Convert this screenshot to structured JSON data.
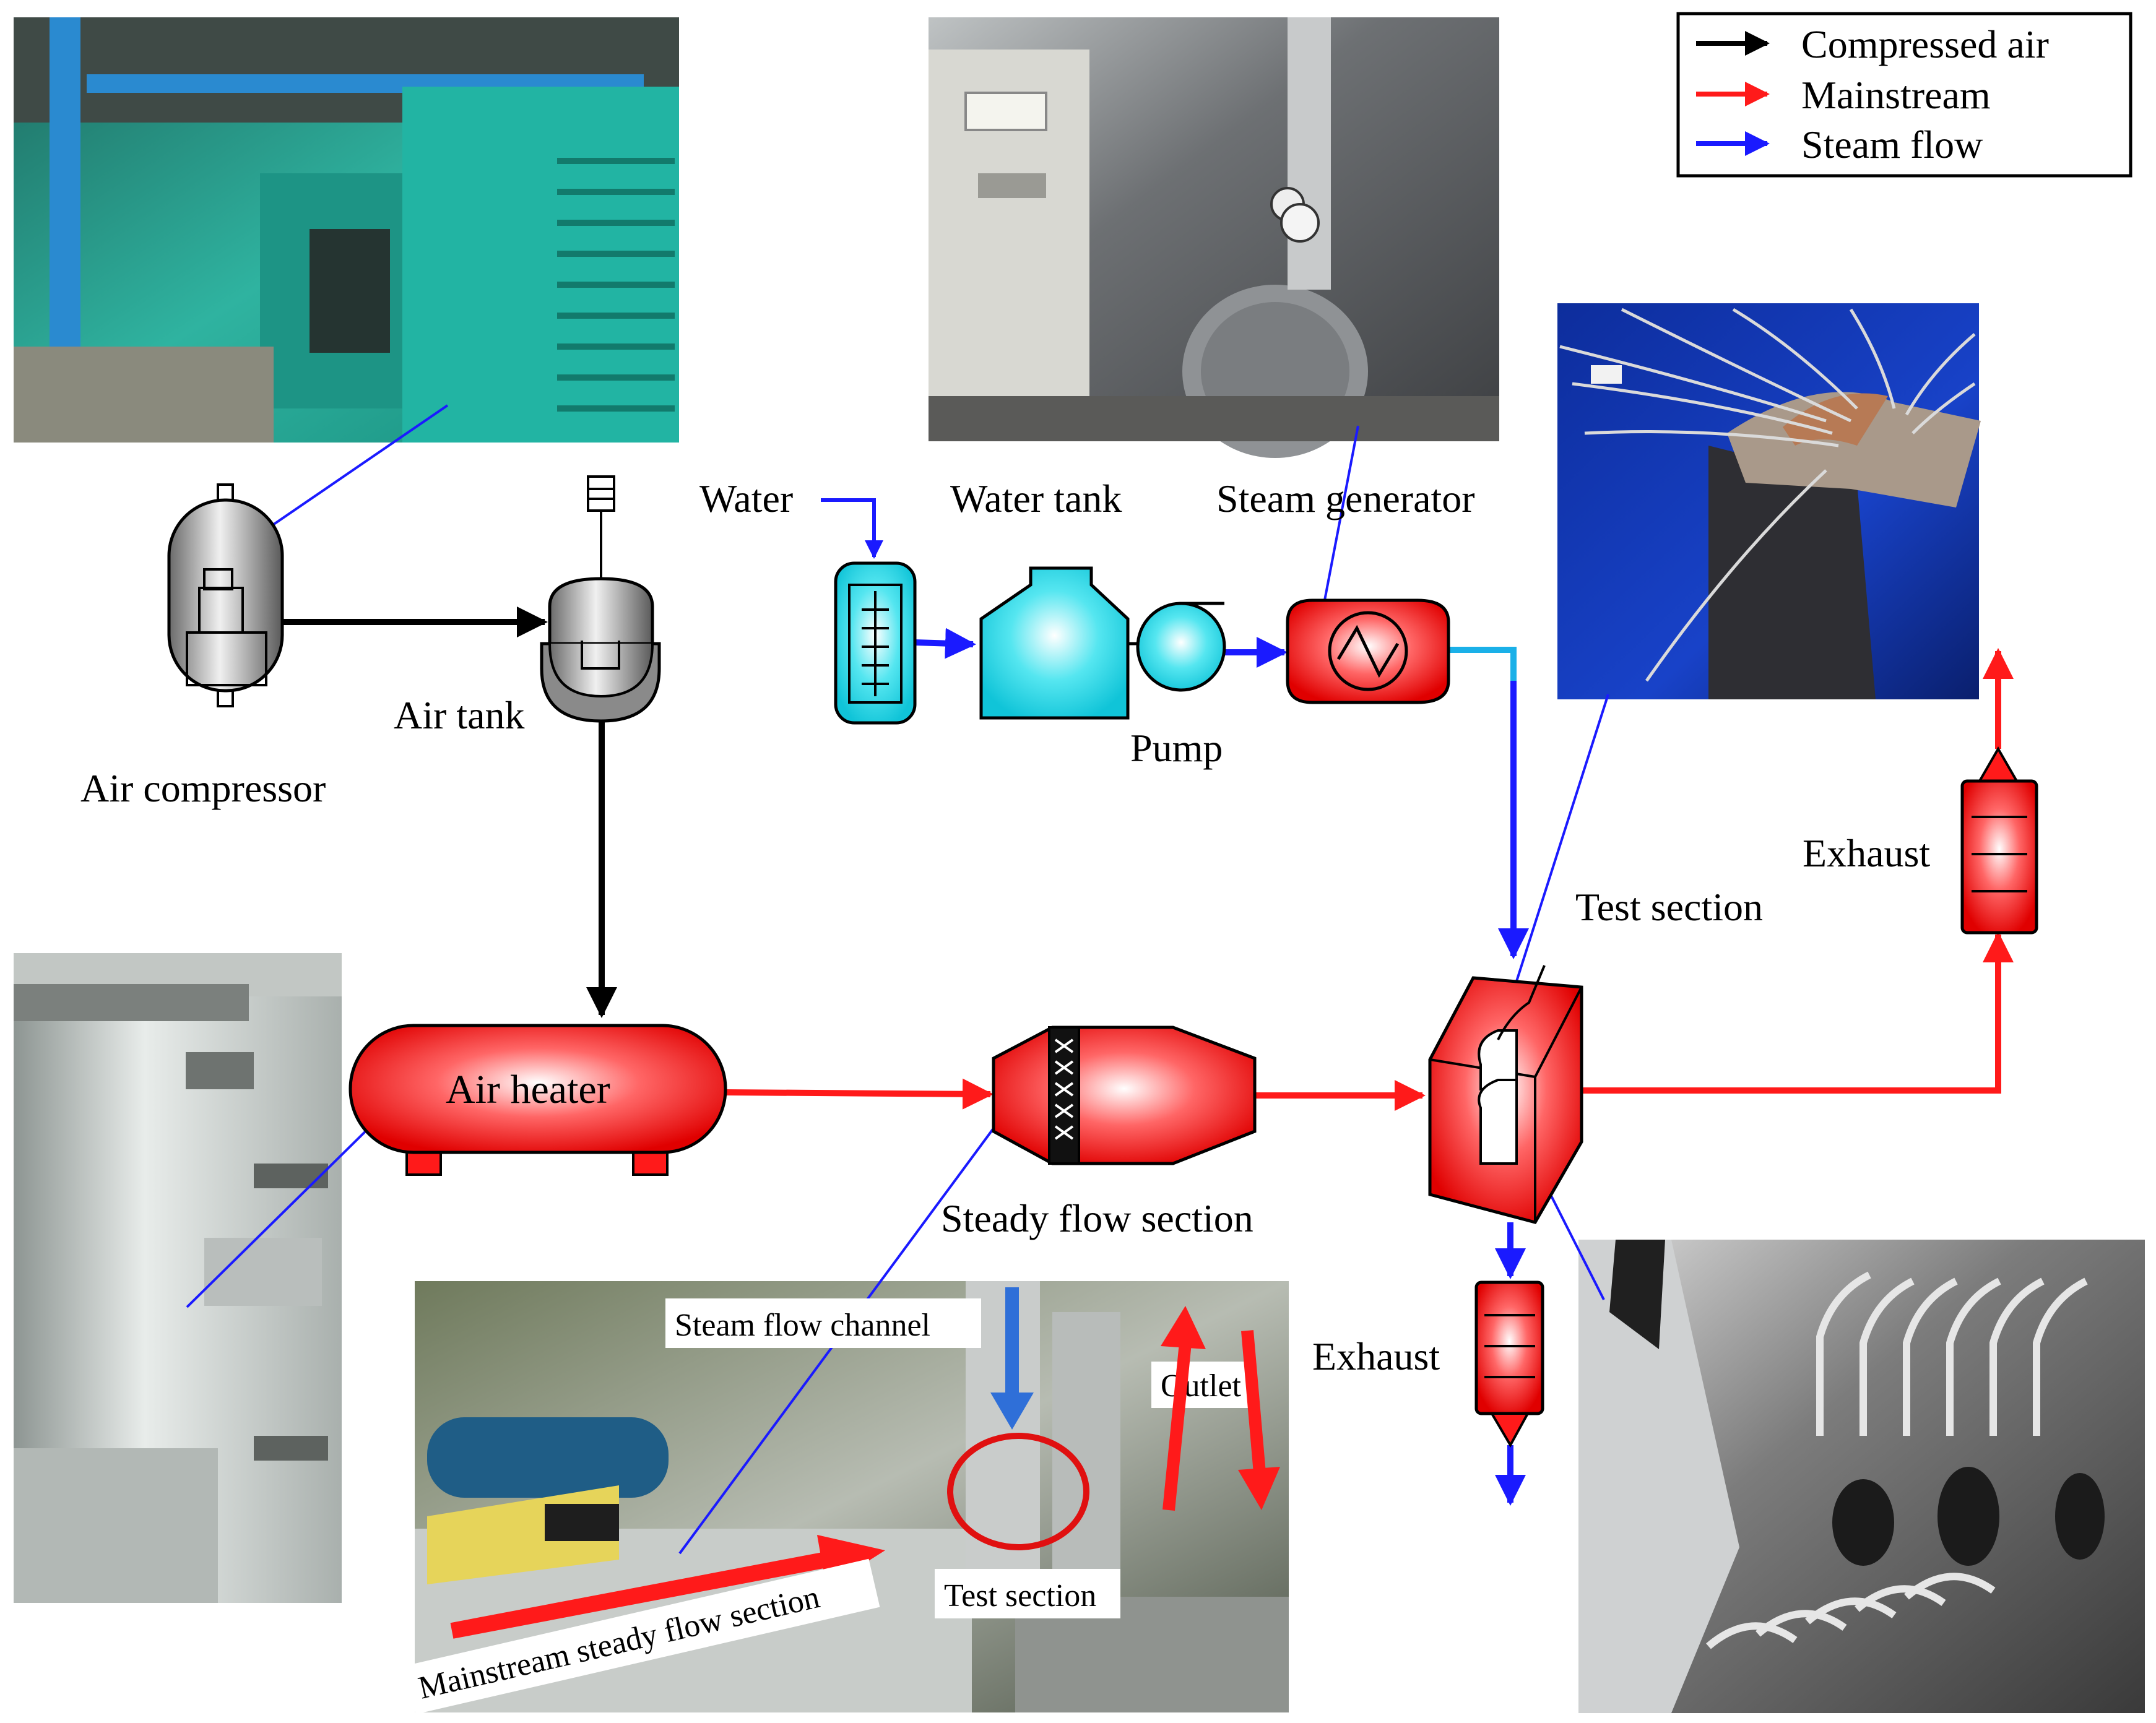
{
  "legend": {
    "items": [
      {
        "label": "Compressed air",
        "color": "#000000"
      },
      {
        "label": "Mainstream",
        "color": "#ff1a1a"
      },
      {
        "label": "Steam flow",
        "color": "#1a1aff"
      }
    ]
  },
  "labels": {
    "water": "Water",
    "water_tank": "Water tank",
    "steam_generator": "Steam generator",
    "air_tank": "Air tank",
    "air_compressor": "Air compressor",
    "pump": "Pump",
    "air_heater": "Air heater",
    "steady_flow_section": "Steady flow section",
    "test_section": "Test section",
    "exhaust_top": "Exhaust",
    "exhaust_bottom": "Exhaust"
  },
  "photo_labels": {
    "steam_flow_channel": "Steam flow channel",
    "outlet": "Outlet",
    "test_section": "Test section",
    "mainstream_steady_flow_section": "Mainstream steady flow section"
  },
  "colors": {
    "compressed_air": "#000000",
    "mainstream": "#ff1a1a",
    "steam": "#1a1aff",
    "water_component": "#22d8e8",
    "heated_component": "#ff2020",
    "connector_line": "#1a1aff"
  },
  "photos": [
    "air-compressor-room-photo",
    "steam-generator-photo",
    "test-section-blade-photo",
    "air-heater-photo",
    "test-rig-photo",
    "blade-internal-tubes-photo"
  ]
}
